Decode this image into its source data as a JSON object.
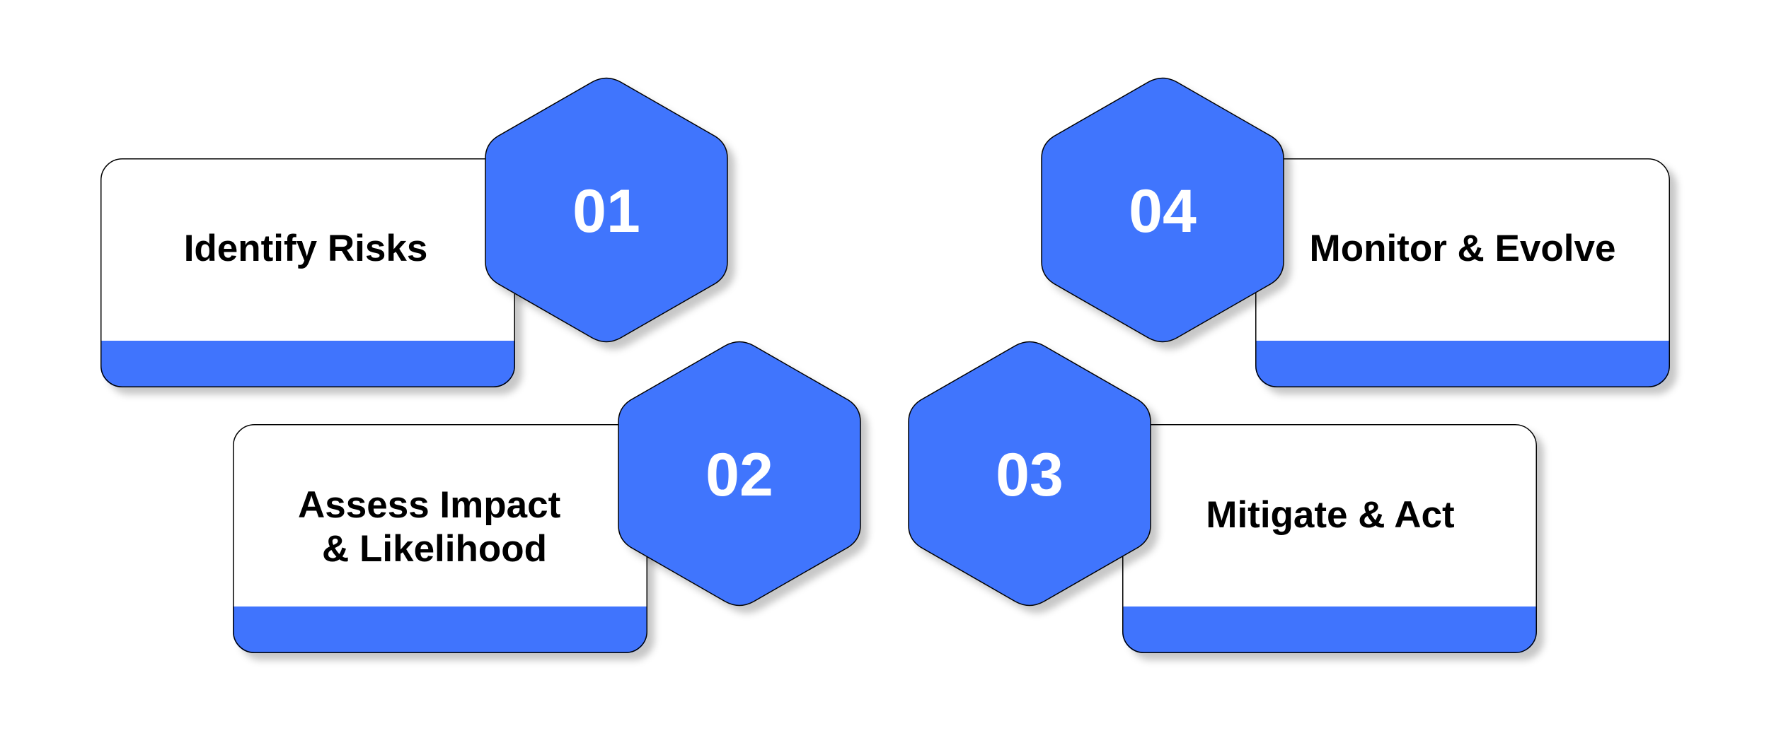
{
  "colors": {
    "accent": "#4074FD",
    "card_bg": "#FFFFFF",
    "outline": "#000000",
    "number_text": "#FFFFFF",
    "label_text": "#000000"
  },
  "steps": [
    {
      "number": "01",
      "label_lines": [
        "Identify Risks"
      ]
    },
    {
      "number": "02",
      "label_lines": [
        "Assess Impact",
        "& Likelihood"
      ]
    },
    {
      "number": "03",
      "label_lines": [
        "Mitigate & Act"
      ]
    },
    {
      "number": "04",
      "label_lines": [
        "Monitor & Evolve"
      ]
    }
  ]
}
